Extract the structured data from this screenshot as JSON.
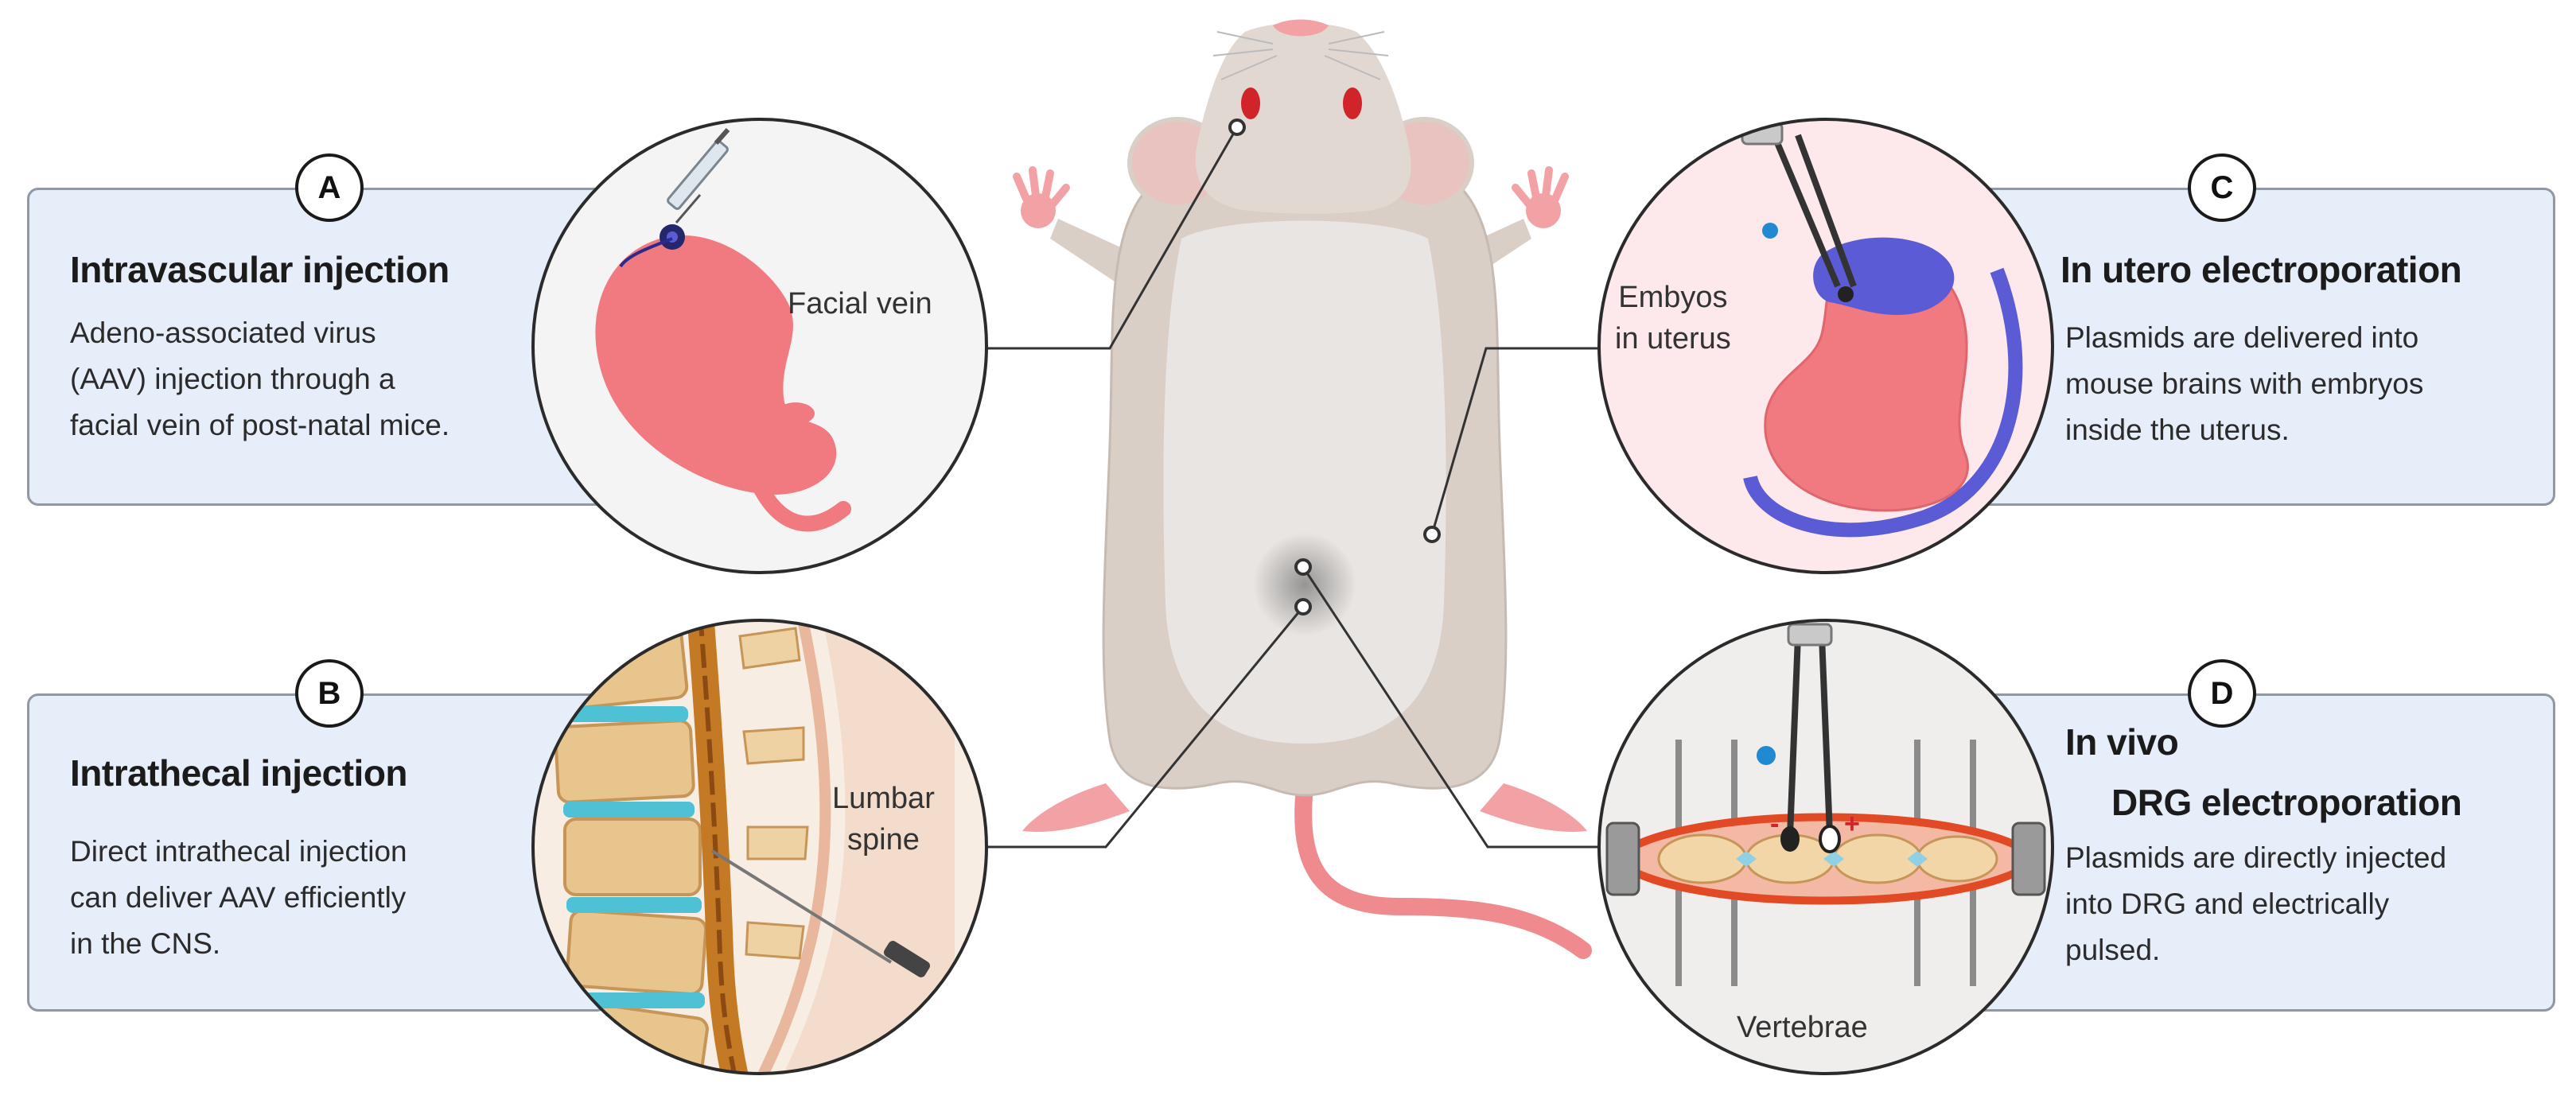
{
  "panels": {
    "a": {
      "badge": "A",
      "title": "Intravascular injection",
      "desc": [
        "Adeno-associated virus",
        "(AAV) injection through a",
        "facial vein of post-natal mice."
      ]
    },
    "b": {
      "badge": "B",
      "title": "Intrathecal injection",
      "desc": [
        "Direct intrathecal injection",
        "can deliver AAV efficiently",
        "in the CNS."
      ]
    },
    "c": {
      "badge": "C",
      "title": "In utero electroporation",
      "desc": [
        "Plasmids are delivered into",
        "mouse brains with embryos",
        "inside the uterus."
      ]
    },
    "d": {
      "badge": "D",
      "title_line1": "In vivo",
      "title_line2": "DRG electroporation",
      "desc": [
        "Plasmids are directly injected",
        "into DRG and electrically",
        "pulsed."
      ]
    }
  },
  "labels": {
    "facial_vein": "Facial vein",
    "embryos": [
      "Embyos",
      "in uterus"
    ],
    "lumbar_spine": [
      "Lumbar",
      "spine"
    ],
    "vertebrae": "Vertebrae",
    "electrode_minus": "-",
    "electrode_plus": "+"
  },
  "colors": {
    "panel_fill": "#e5eef9",
    "panel_border": "#8f98a3",
    "mouse_fur": "#d9cfc7",
    "mouse_belly": "#e9e5e2",
    "skin_pink": "#f07a80",
    "tail": "#ef8a8f",
    "dye_blue": "#5b5bd6",
    "leader_line": "#333333"
  }
}
